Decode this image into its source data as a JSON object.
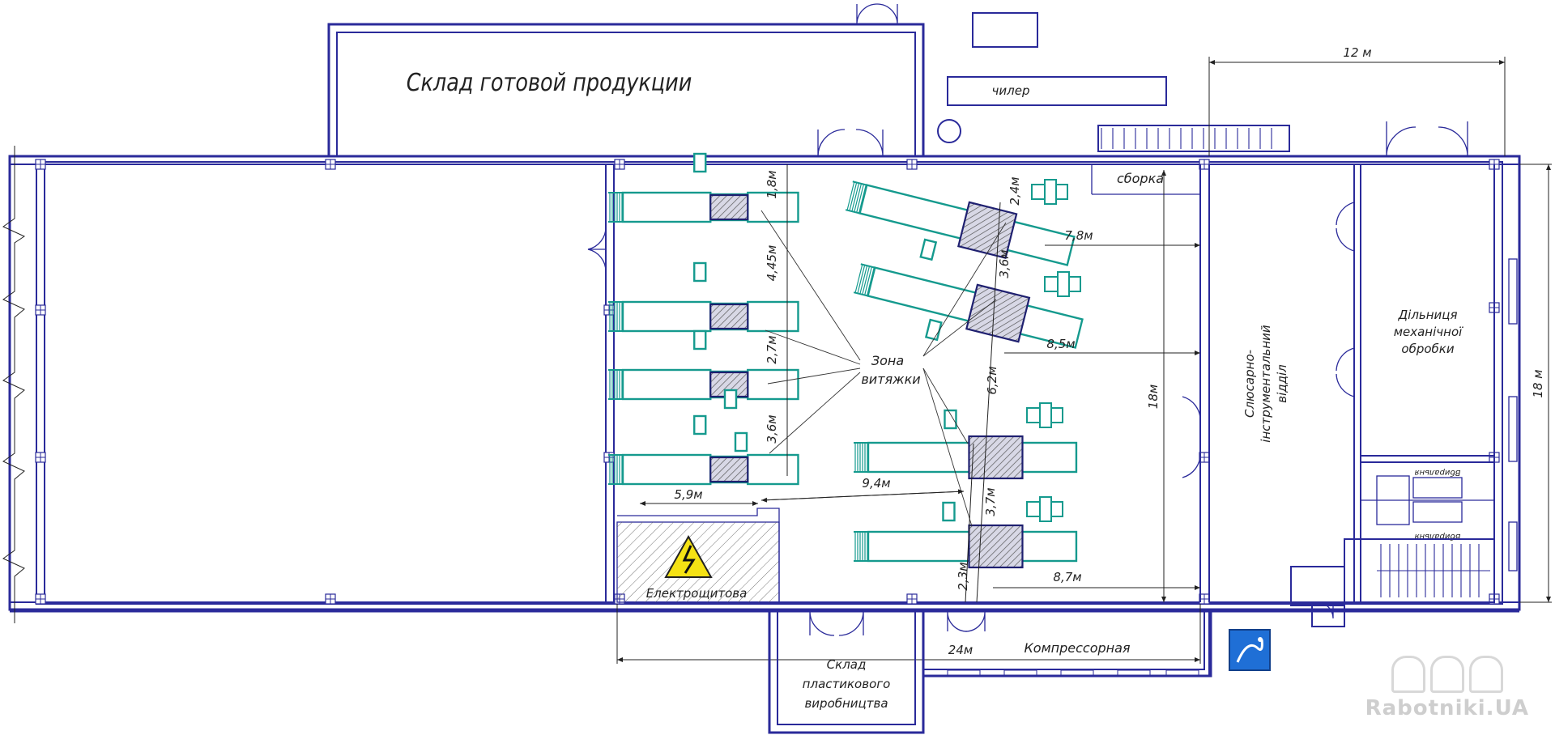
{
  "rooms": {
    "finished_goods_warehouse": "Склад готовой продукции",
    "chiller": "чилер",
    "assembly": "сборка",
    "extraction_zone_line1": "Зона",
    "extraction_zone_line2": "витяжки",
    "electrical": "Електрощитова",
    "plastics_warehouse_line1": "Склад",
    "plastics_warehouse_line2": "пластикового",
    "plastics_warehouse_line3": "виробництва",
    "compressor": "Компрессорная",
    "toolroom_line1": "Слюсарно-",
    "toolroom_line2": "інструментальний",
    "toolroom_line3": "відділ",
    "machining_line1": "Дільниця",
    "machining_line2": "механічної",
    "machining_line3": "обробки",
    "wc_upper": "Вбиральня",
    "wc_lower": "Вбиральня"
  },
  "dimensions": {
    "d_12m": "12 м",
    "d_18m_right": "18 м",
    "d_18m_mid": "18м",
    "d_24m": "24м",
    "d_1_8": "1,8м",
    "d_4_45": "4,45м",
    "d_2_7": "2,7м",
    "d_3_6_left": "3,6м",
    "d_5_9": "5,9м",
    "d_9_4": "9,4м",
    "d_2_4": "2,4м",
    "d_7_8": "7,8м",
    "d_3_6_right": "3,6м",
    "d_8_5": "8,5м",
    "d_6_2": "6,2м",
    "d_3_7": "3,7м",
    "d_2_3": "2,3м",
    "d_8_7": "8,7м"
  },
  "watermark": "Rabotniki.UA",
  "colors": {
    "walls": "#2a2a9a",
    "machines": "#159a8e",
    "hazard_yellow": "#f5e214",
    "sign_blue": "#1f6fd6"
  },
  "icons": [
    "high-voltage-warning-icon",
    "compressed-air-icon",
    "door-swing-icon",
    "column-mark-icon"
  ]
}
